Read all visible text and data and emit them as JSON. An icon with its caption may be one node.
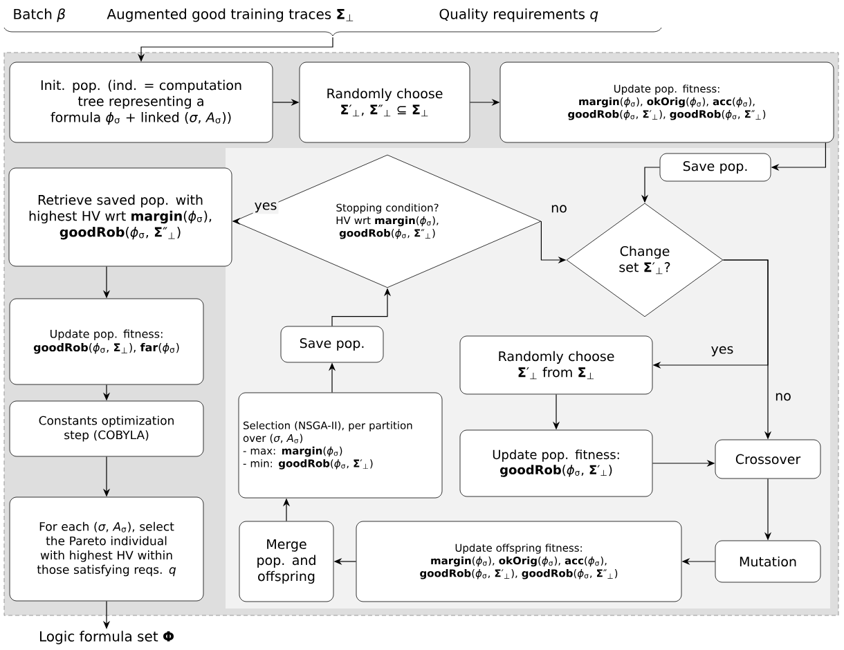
{
  "diagram": {
    "nodes": [
      {
        "text": [
          "Init. pop. (ind. = computation tree representing a formula *ϕ*$_{σ}$ + linked (*σ*, *A*$_{σ}$))"
        ]
      },
      {
        "text": [
          "Randomly choose **Σ**′$_{⊥}$, **Σ**″$_{⊥}$ ⊆ **Σ**$_{⊥}$"
        ]
      },
      {
        "text": [
          "Update pop. fitness:",
          "**margin**(*ϕ*$_{σ}$), **okOrig**(*ϕ*$_{σ}$), **acc**(*ϕ*$_{σ}$), **goodRob**(*ϕ*$_{σ}$, **Σ**′$_{⊥}$), **goodRob**(*ϕ*$_{σ}$, **Σ**″$_{⊥}$)"
        ]
      },
      {
        "text": [
          "Save pop."
        ]
      },
      {
        "text": [
          "Retrieve saved pop. with highest HV wrt **margin**(*ϕ*$_{σ}$), **goodRob**(*ϕ*$_{σ}$, **Σ**″$_{⊥}$)"
        ]
      },
      {
        "text": [
          "Stopping condition?",
          "HV wrt **margin**(*ϕ*$_{σ}$), **goodRob**(*ϕ*$_{σ}$, **Σ**″$_{⊥}$)"
        ]
      },
      {
        "text": [
          "Change set **Σ**′$_{⊥}$?"
        ]
      },
      {
        "text": [
          "Update pop. fitness:",
          "**goodRob**(*ϕ*$_{σ}$, **Σ**$_{⊥}$), **far**(*ϕ*$_{σ}$)"
        ]
      },
      {
        "text": [
          "Save pop."
        ]
      },
      {
        "text": [
          "Randomly choose **Σ**′$_{⊥}$ from **Σ**$_{⊥}$"
        ]
      },
      {
        "text": [
          "Selection (NSGA-II), per partition over (*σ*, *A*$_{σ}$)",
          "- max: **margin**(*ϕ*$_{σ}$)",
          "- min: **goodRob**(*ϕ*$_{σ}$, **Σ**′$_{⊥}$)"
        ]
      },
      {
        "text": [
          "Constants optimization step (COBYLA)"
        ]
      },
      {
        "text": [
          "Update pop. fitness:",
          "**goodRob**(*ϕ*$_{σ}$, **Σ**′$_{⊥}$)"
        ]
      },
      {
        "text": [
          "Crossover"
        ]
      },
      {
        "text": [
          "For each (*σ*, *A*$_{σ}$), select the Pareto individual with highest HV within those satisfying reqs. *q*"
        ]
      },
      {
        "text": [
          "Merge pop. and offspring"
        ]
      },
      {
        "text": [
          "Update offspring fitness:",
          "**margin**(*ϕ*$_{σ}$), **okOrig**(*ϕ*$_{σ}$), **acc**(*ϕ*$_{σ}$), **goodRob**(*ϕ*$_{σ}$, **Σ**′$_{⊥}$), **goodRob**(*ϕ*$_{σ}$, **Σ**″$_{⊥}$)"
        ]
      },
      {
        "text": [
          "Mutation"
        ]
      },
      {
        "text": [
          "Logic formula set **Φ**"
        ]
      }
    ],
    "edges": [
      {
        "from": null,
        "to": 0,
        "arrow": "to"
      },
      {
        "from": 0,
        "to": 1,
        "arrow": "to"
      },
      {
        "from": 1,
        "to": 2,
        "arrow": "to"
      },
      {
        "from": 2,
        "to": 3,
        "arrow": "to"
      },
      {
        "from": 3,
        "to": 6,
        "arrow": "to"
      },
      {
        "from": 5,
        "to": 4,
        "arrow": "to",
        "label": "yes"
      },
      {
        "from": 5,
        "to": 6,
        "arrow": "to",
        "label": "no"
      },
      {
        "from": 6,
        "to": 9,
        "arrow": "to",
        "label": "yes"
      },
      {
        "from": 6,
        "to": 13,
        "arrow": "to",
        "label": "no"
      },
      {
        "from": 4,
        "to": 7,
        "arrow": "to"
      },
      {
        "from": 7,
        "to": 11,
        "arrow": "to"
      },
      {
        "from": 11,
        "to": 14,
        "arrow": "to"
      },
      {
        "from": 14,
        "to": 18,
        "arrow": "to"
      },
      {
        "from": 9,
        "to": 12,
        "arrow": "to"
      },
      {
        "from": 12,
        "to": 13,
        "arrow": "to"
      },
      {
        "from": 13,
        "to": 17,
        "arrow": "to"
      },
      {
        "from": 17,
        "to": 16,
        "arrow": "to"
      },
      {
        "from": 16,
        "to": 15,
        "arrow": "to"
      },
      {
        "from": 15,
        "to": 10,
        "arrow": "to"
      },
      {
        "from": 10,
        "to": 8,
        "arrow": "to"
      },
      {
        "from": 8,
        "to": 5,
        "arrow": "to"
      }
    ],
    "labels": [
      "Batch *β*",
      "Augmented good training traces **Σ**$_{⊥}$",
      "Quality requirements *q*"
    ]
  }
}
